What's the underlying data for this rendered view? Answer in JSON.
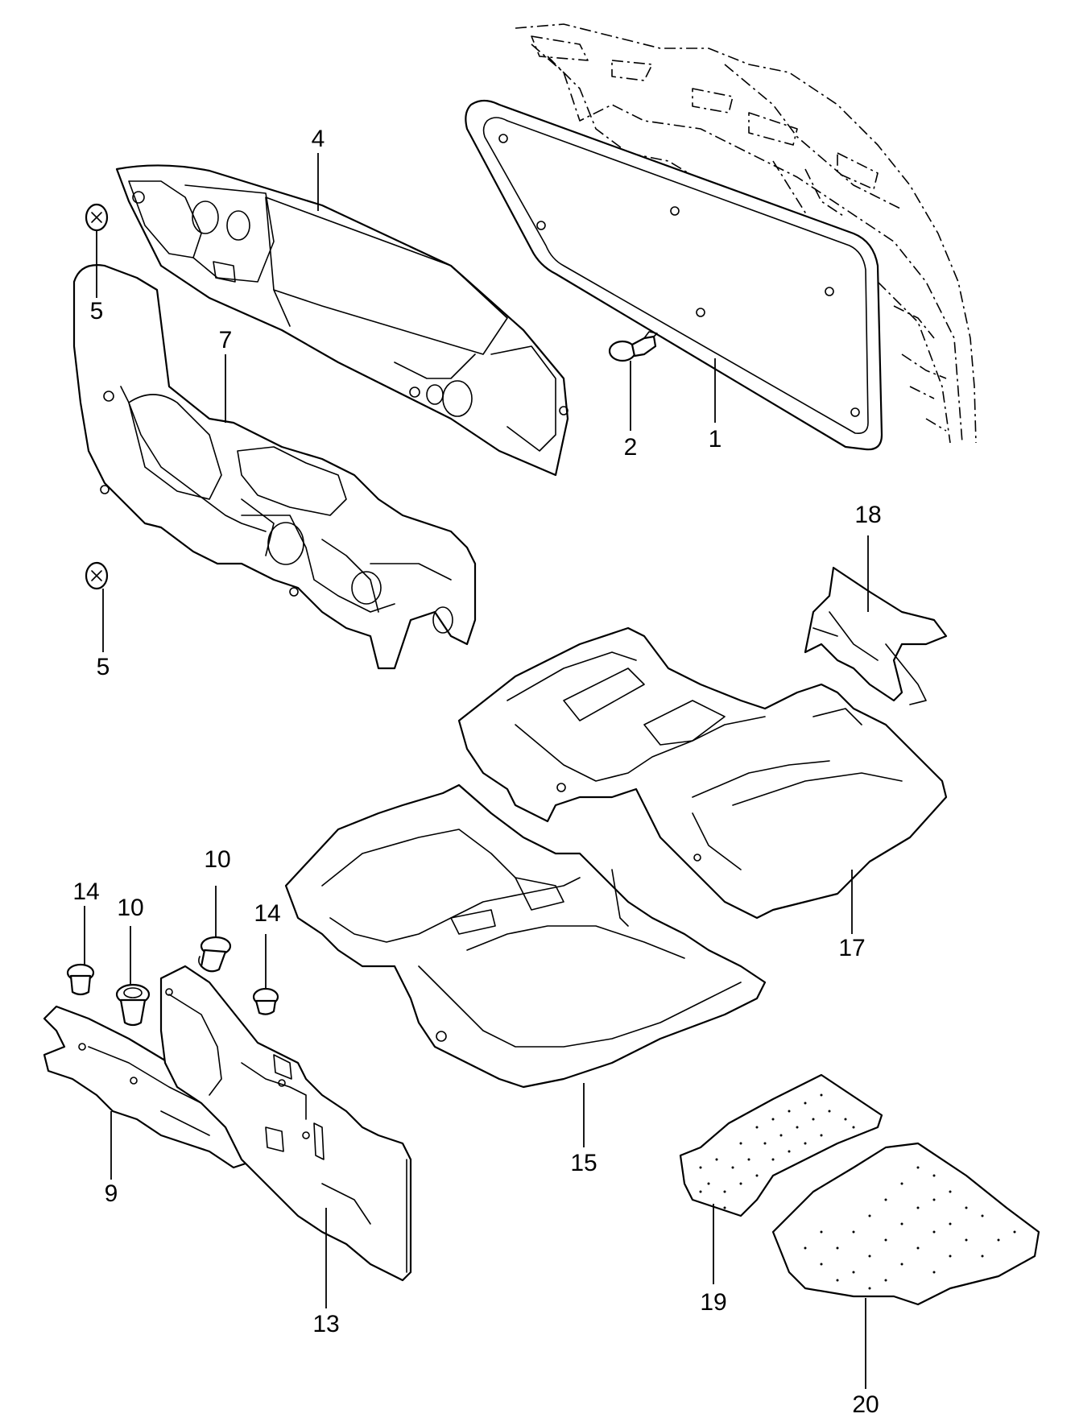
{
  "diagram": {
    "callouts": [
      {
        "id": "c1",
        "label": "1"
      },
      {
        "id": "c2",
        "label": "2"
      },
      {
        "id": "c4",
        "label": "4"
      },
      {
        "id": "c5a",
        "label": "5"
      },
      {
        "id": "c5b",
        "label": "5"
      },
      {
        "id": "c7",
        "label": "7"
      },
      {
        "id": "c9",
        "label": "9"
      },
      {
        "id": "c10a",
        "label": "10"
      },
      {
        "id": "c10b",
        "label": "10"
      },
      {
        "id": "c13",
        "label": "13"
      },
      {
        "id": "c14a",
        "label": "14"
      },
      {
        "id": "c14b",
        "label": "14"
      },
      {
        "id": "c15",
        "label": "15"
      },
      {
        "id": "c17",
        "label": "17"
      },
      {
        "id": "c18",
        "label": "18"
      },
      {
        "id": "c19",
        "label": "19"
      },
      {
        "id": "c20",
        "label": "20"
      }
    ]
  }
}
